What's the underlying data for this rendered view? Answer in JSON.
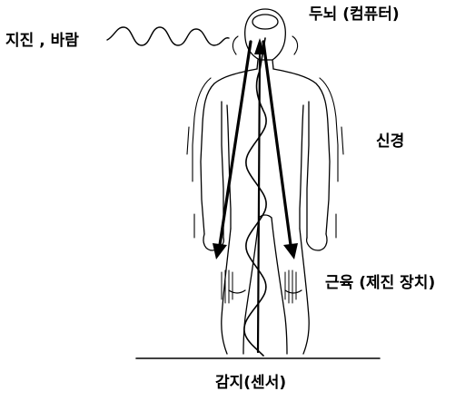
{
  "labels": {
    "brain": "두뇌 (컴퓨터)",
    "quake_wind": "지진 , 바람",
    "nerve": "신경",
    "muscle": "근육 (제진 장치)",
    "sensor": "감지(센서)"
  },
  "colors": {
    "ink": "#000000",
    "background": "#ffffff"
  }
}
